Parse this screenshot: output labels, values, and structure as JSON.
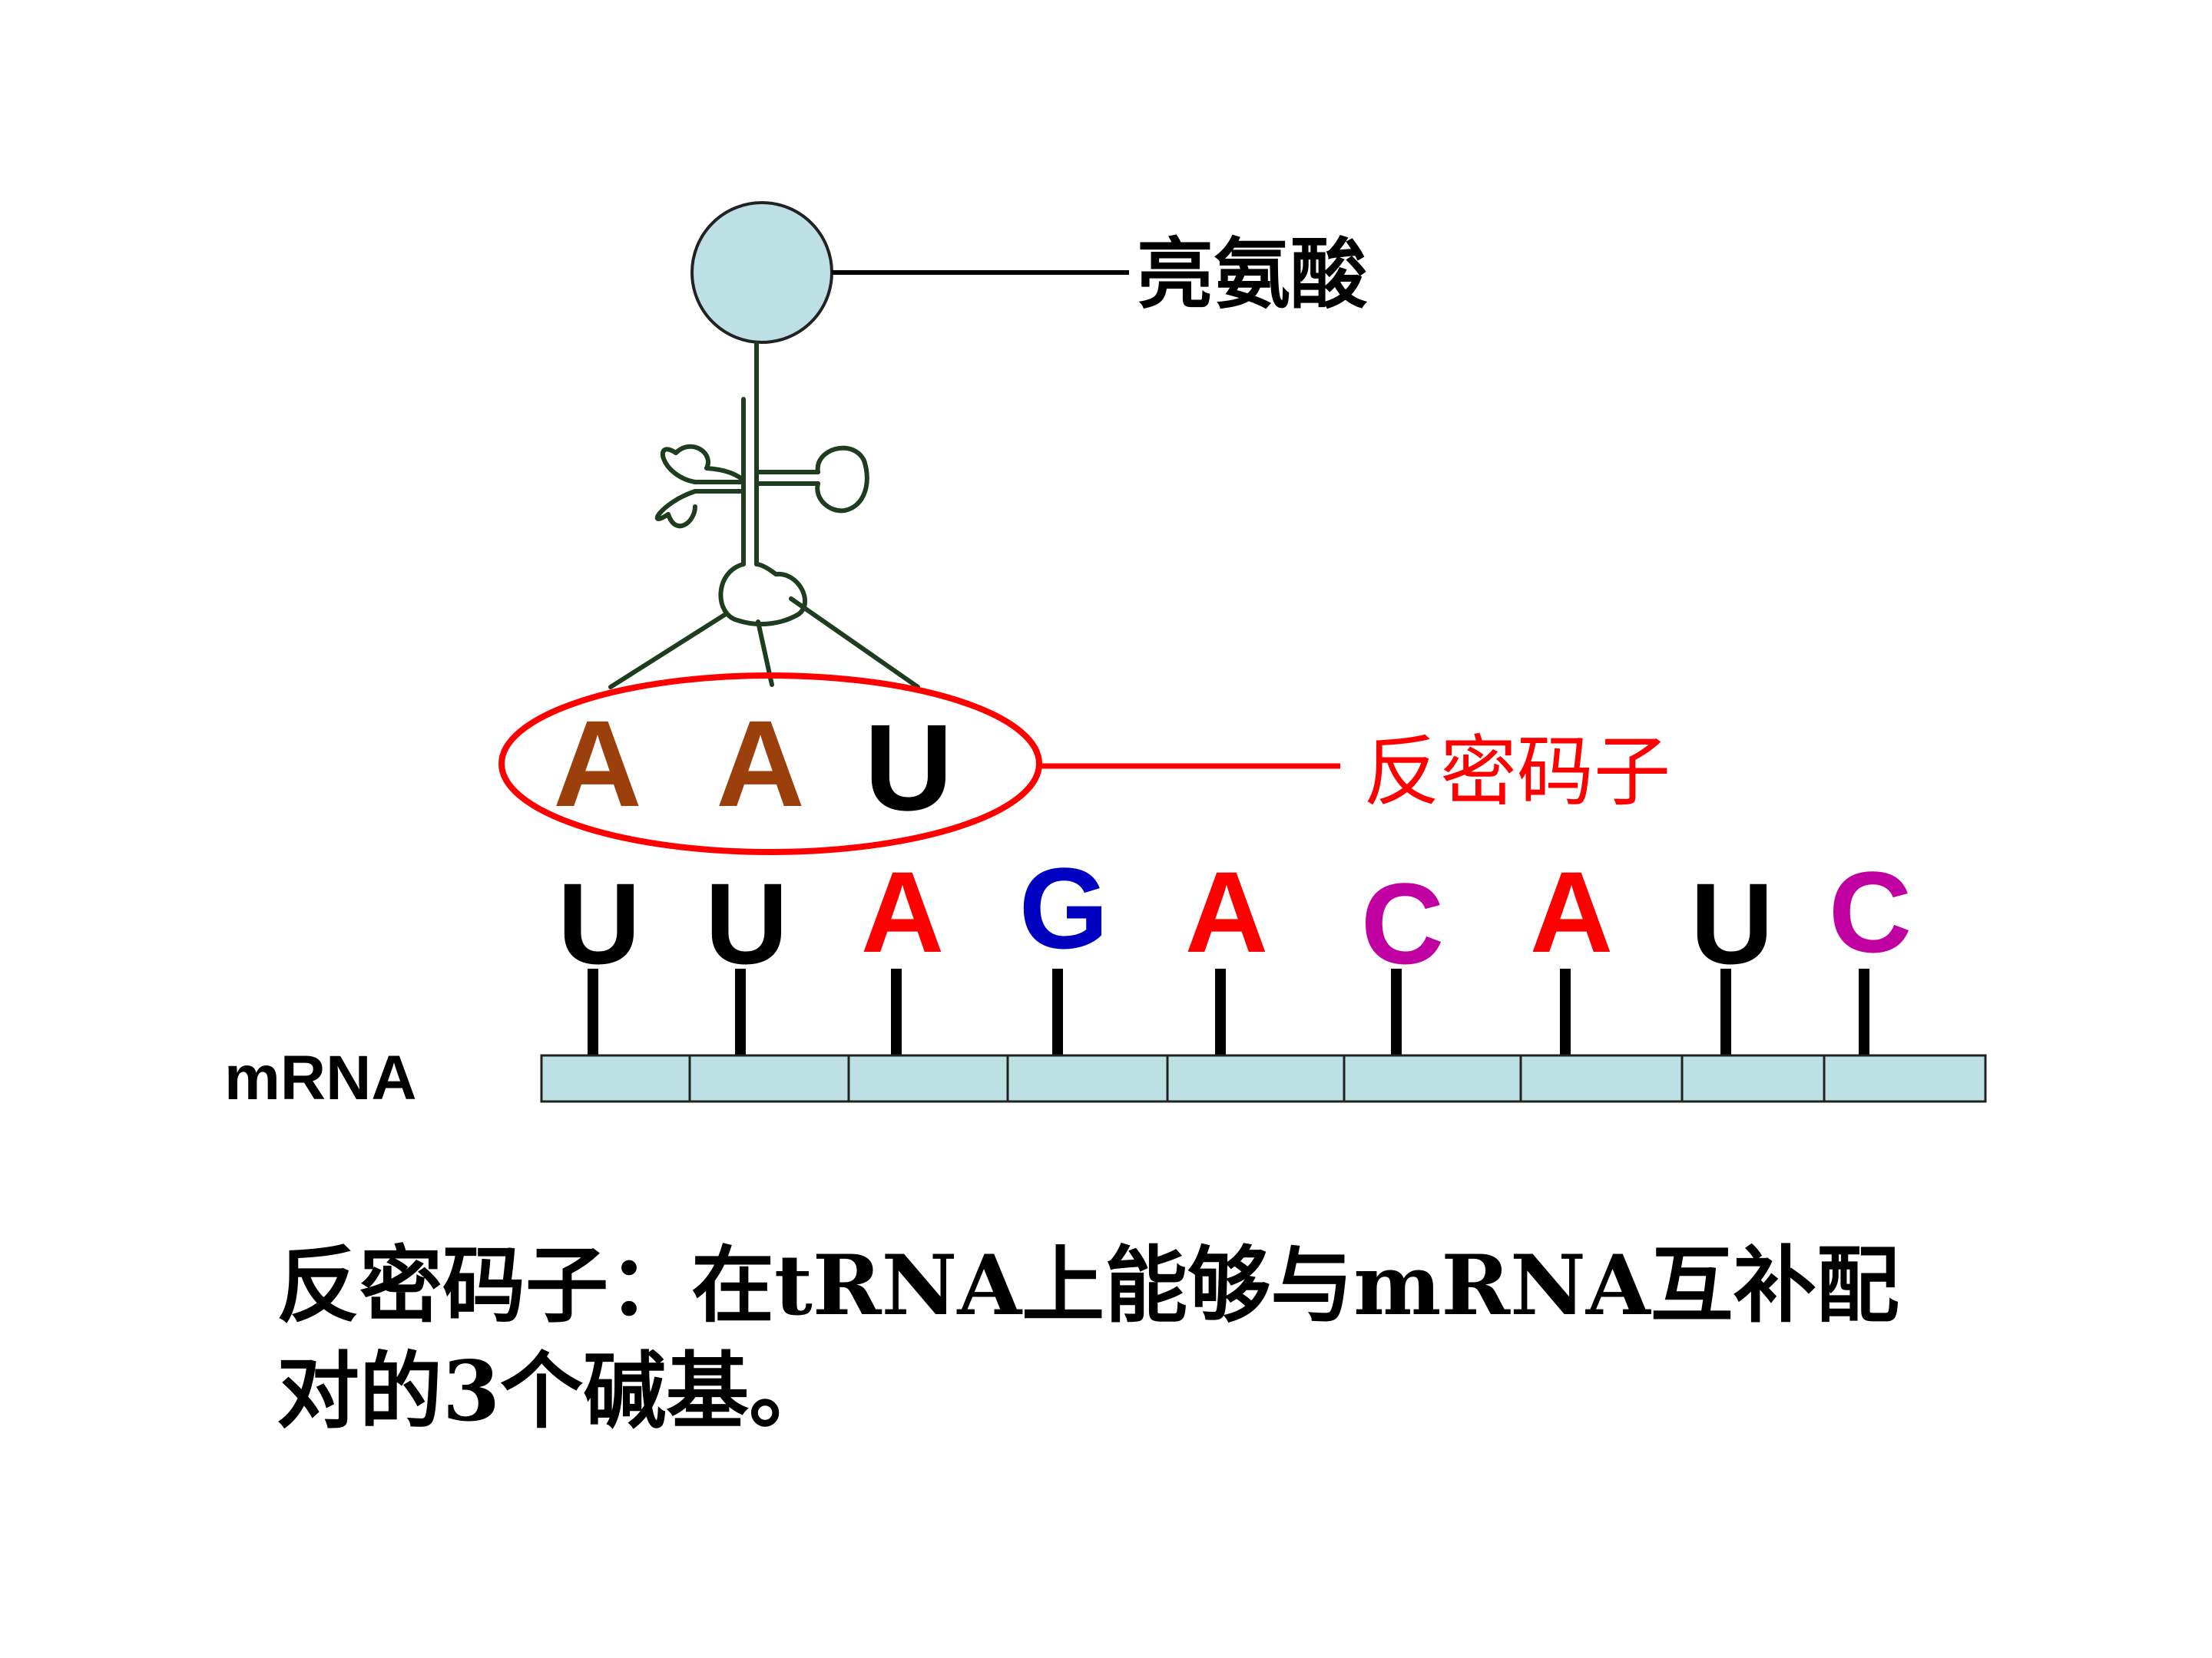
{
  "amino_acid": {
    "label": "亮氨酸",
    "fill": "#bde0e4"
  },
  "anticodon": {
    "label": "反密码子",
    "bases": [
      {
        "letter": "A",
        "color": "#9b3f0c"
      },
      {
        "letter": "A",
        "color": "#9b3f0c"
      },
      {
        "letter": "U",
        "color": "#000000"
      }
    ],
    "ring_color": "#ff0000"
  },
  "mrna": {
    "label": "mRNA",
    "segment_fill": "#bde0e4",
    "bases": [
      {
        "letter": "U",
        "color": "#000000"
      },
      {
        "letter": "U",
        "color": "#000000"
      },
      {
        "letter": "A",
        "color": "#ff0000"
      },
      {
        "letter": "G",
        "color": "#0000c0"
      },
      {
        "letter": "A",
        "color": "#ff0000"
      },
      {
        "letter": "C",
        "color": "#c000a0"
      },
      {
        "letter": "A",
        "color": "#ff0000"
      },
      {
        "letter": "U",
        "color": "#000000"
      },
      {
        "letter": "C",
        "color": "#c000a0"
      }
    ]
  },
  "trna": {
    "stroke": "#1e3d1e"
  },
  "definition": {
    "line1": "反密码子：在tRNA上能够与mRNA互补配",
    "line2": "对的3个碱基。"
  }
}
